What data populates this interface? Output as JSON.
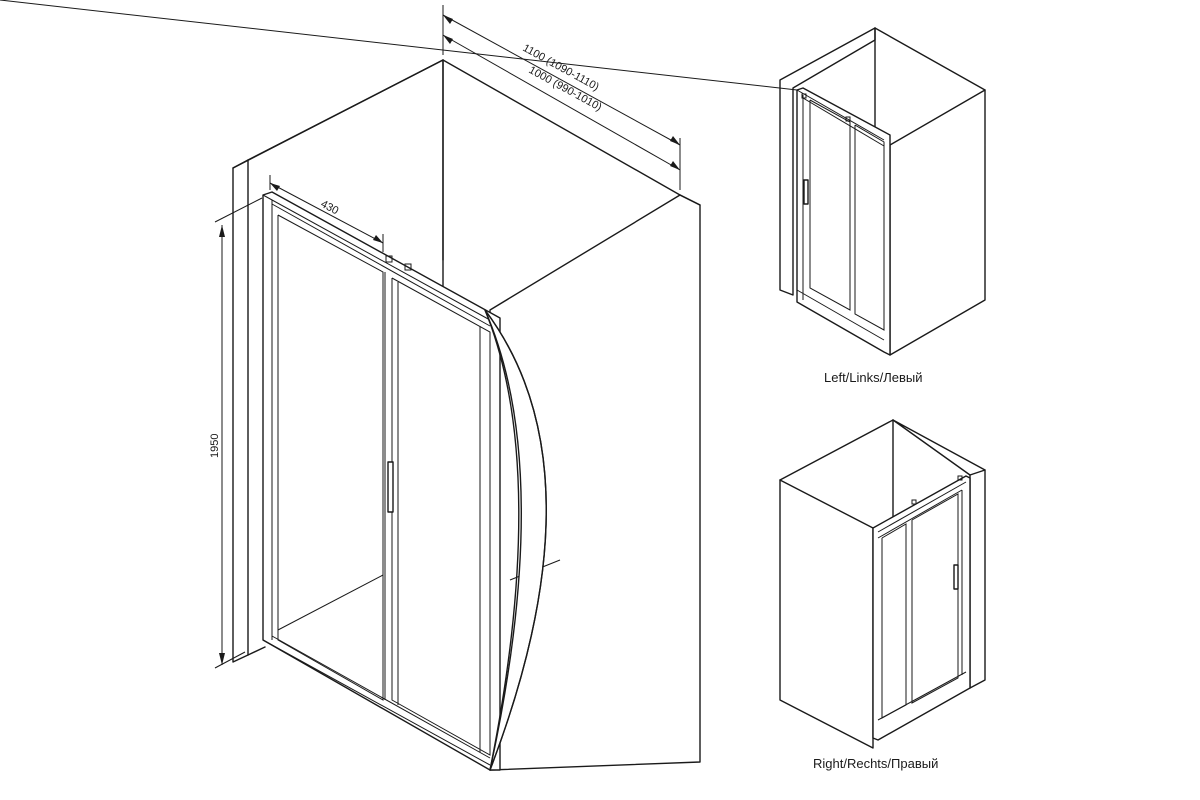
{
  "dimensions": {
    "width_outer": "1100 (1090-1110)",
    "width_inner": "1000 (990-1010)",
    "door_offset": "430",
    "height": "1950"
  },
  "captions": {
    "left": "Left/Links/Левый",
    "right": "Right/Rechts/Правый"
  },
  "colors": {
    "line": "#1a1a1a",
    "background": "#ffffff"
  }
}
